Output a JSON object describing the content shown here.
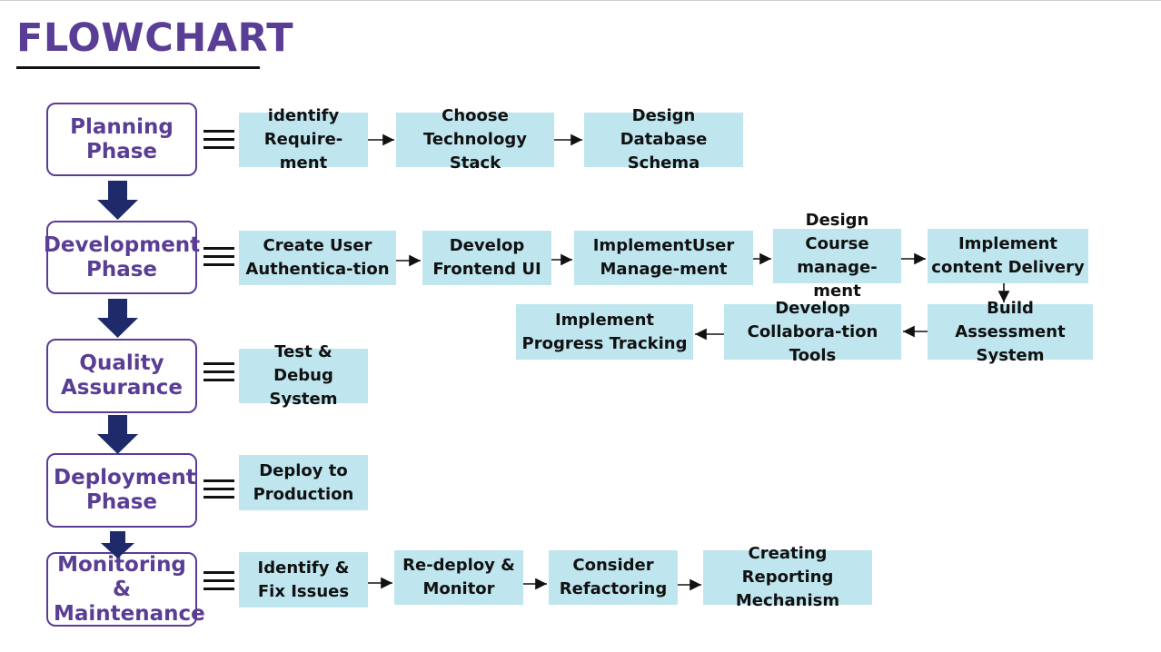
{
  "title": "FLOWCHART",
  "colors": {
    "phase": "#5a3d94",
    "box": "#bfe6ef",
    "down_arrow": "#1f2a6b"
  },
  "phases": [
    {
      "label": "Planning Phase"
    },
    {
      "label": "Development Phase"
    },
    {
      "label": "Quality Assurance"
    },
    {
      "label": "Deployment Phase"
    },
    {
      "label": "Monitoring & Maintenance"
    }
  ],
  "steps": {
    "planning": [
      "identify Require-ment",
      "Choose Technology Stack",
      "Design Database Schema"
    ],
    "development_row1": [
      "Create User Authentica-tion",
      "Develop Frontend UI",
      "ImplementUser Manage-ment",
      "Design Course manage-ment",
      "Implement content Delivery"
    ],
    "development_row2": [
      "Build Assessment System",
      "Develop Collabora-tion Tools",
      "Implement Progress Tracking"
    ],
    "quality": [
      "Test & Debug System"
    ],
    "deployment": [
      "Deploy to Production"
    ],
    "monitoring": [
      "Identify & Fix Issues",
      "Re-deploy & Monitor",
      "Consider Refactoring",
      "Creating Reporting Mechanism"
    ]
  }
}
